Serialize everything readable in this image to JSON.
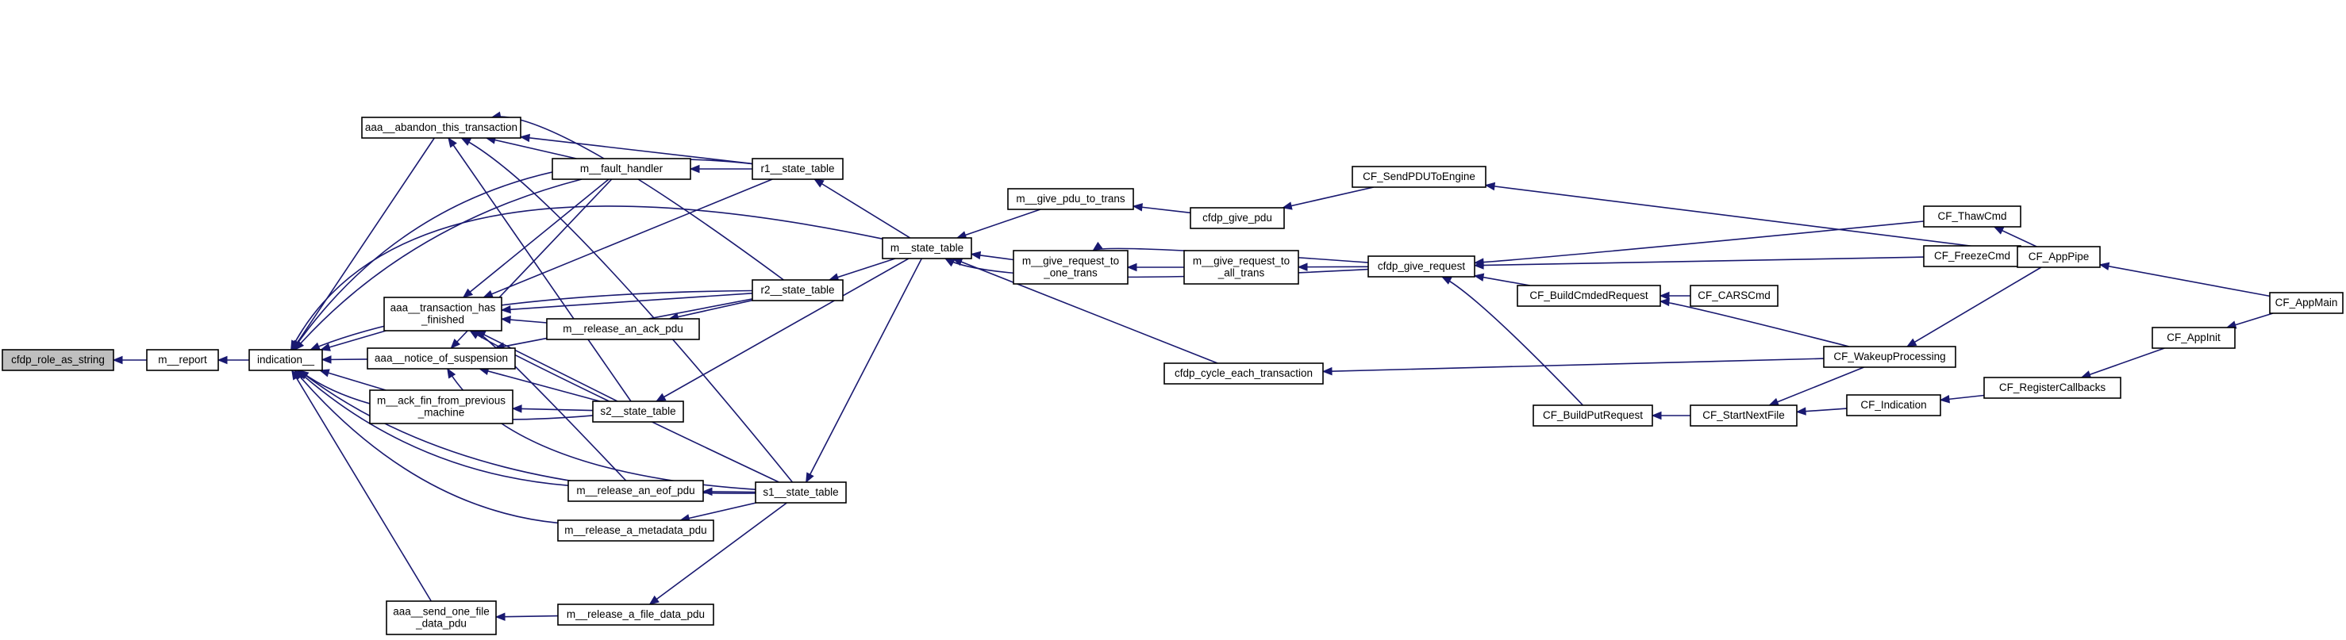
{
  "graph": {
    "nodes": [
      {
        "id": "cfdp_role_as_string",
        "lines": [
          "cfdp_role_as_string"
        ],
        "root": true
      },
      {
        "id": "m_report",
        "lines": [
          "m__report"
        ]
      },
      {
        "id": "indication",
        "lines": [
          "indication__"
        ]
      },
      {
        "id": "aaa_abandon",
        "lines": [
          "aaa__abandon_this_transaction"
        ]
      },
      {
        "id": "aaa_trans_finished",
        "lines": [
          "aaa__transaction_has",
          "_finished"
        ]
      },
      {
        "id": "aaa_notice",
        "lines": [
          "aaa__notice_of_suspension"
        ]
      },
      {
        "id": "m_ack_fin",
        "lines": [
          "m__ack_fin_from_previous",
          "_machine"
        ]
      },
      {
        "id": "aaa_send_one",
        "lines": [
          "aaa__send_one_file",
          "_data_pdu"
        ]
      },
      {
        "id": "m_fault_handler",
        "lines": [
          "m__fault_handler"
        ]
      },
      {
        "id": "m_release_ack",
        "lines": [
          "m__release_an_ack_pdu"
        ]
      },
      {
        "id": "m_release_eof",
        "lines": [
          "m__release_an_eof_pdu"
        ]
      },
      {
        "id": "m_release_metadata",
        "lines": [
          "m__release_a_metadata_pdu"
        ]
      },
      {
        "id": "m_release_file_data",
        "lines": [
          "m__release_a_file_data_pdu"
        ]
      },
      {
        "id": "r1_state_table",
        "lines": [
          "r1__state_table"
        ]
      },
      {
        "id": "r2_state_table",
        "lines": [
          "r2__state_table"
        ]
      },
      {
        "id": "s2_state_table",
        "lines": [
          "s2__state_table"
        ]
      },
      {
        "id": "s1_state_table",
        "lines": [
          "s1__state_table"
        ]
      },
      {
        "id": "m_state_table",
        "lines": [
          "m__state_table"
        ]
      },
      {
        "id": "m_give_pdu",
        "lines": [
          "m__give_pdu_to_trans"
        ]
      },
      {
        "id": "m_give_req_one",
        "lines": [
          "m__give_request_to",
          "_one_trans"
        ]
      },
      {
        "id": "cfdp_cycle",
        "lines": [
          "cfdp_cycle_each_transaction"
        ]
      },
      {
        "id": "cfdp_give_pdu",
        "lines": [
          "cfdp_give_pdu"
        ]
      },
      {
        "id": "m_give_req_all",
        "lines": [
          "m__give_request_to",
          "_all_trans"
        ]
      },
      {
        "id": "cf_sendpdu",
        "lines": [
          "CF_SendPDUToEngine"
        ]
      },
      {
        "id": "cfdp_give_request",
        "lines": [
          "cfdp_give_request"
        ]
      },
      {
        "id": "cf_thaw",
        "lines": [
          "CF_ThawCmd"
        ]
      },
      {
        "id": "cf_freeze",
        "lines": [
          "CF_FreezeCmd"
        ]
      },
      {
        "id": "cf_buildcmded",
        "lines": [
          "CF_BuildCmdedRequest"
        ]
      },
      {
        "id": "cf_cars",
        "lines": [
          "CF_CARSCmd"
        ]
      },
      {
        "id": "cf_wakeup",
        "lines": [
          "CF_WakeupProcessing"
        ]
      },
      {
        "id": "cf_buildput",
        "lines": [
          "CF_BuildPutRequest"
        ]
      },
      {
        "id": "cf_startnext",
        "lines": [
          "CF_StartNextFile"
        ]
      },
      {
        "id": "cf_indication",
        "lines": [
          "CF_Indication"
        ]
      },
      {
        "id": "cf_register",
        "lines": [
          "CF_RegisterCallbacks"
        ]
      },
      {
        "id": "cf_apppipe",
        "lines": [
          "CF_AppPipe"
        ]
      },
      {
        "id": "cf_appinit",
        "lines": [
          "CF_AppInit"
        ]
      },
      {
        "id": "cf_appmain",
        "lines": [
          "CF_AppMain"
        ]
      }
    ],
    "edges": [
      [
        "m_report",
        "cfdp_role_as_string"
      ],
      [
        "indication",
        "m_report"
      ],
      [
        "aaa_abandon",
        "indication"
      ],
      [
        "aaa_trans_finished",
        "indication"
      ],
      [
        "aaa_notice",
        "indication"
      ],
      [
        "m_ack_fin",
        "indication"
      ],
      [
        "aaa_send_one",
        "indication"
      ],
      [
        "m_fault_handler",
        "indication"
      ],
      [
        "m_release_eof",
        "indication"
      ],
      [
        "m_release_metadata",
        "indication"
      ],
      [
        "r1_state_table",
        "indication"
      ],
      [
        "r2_state_table",
        "indication"
      ],
      [
        "s2_state_table",
        "indication"
      ],
      [
        "s1_state_table",
        "indication"
      ],
      [
        "m_state_table",
        "indication"
      ],
      [
        "m_fault_handler",
        "aaa_abandon"
      ],
      [
        "r1_state_table",
        "aaa_abandon"
      ],
      [
        "r2_state_table",
        "aaa_abandon"
      ],
      [
        "s1_state_table",
        "aaa_abandon"
      ],
      [
        "s2_state_table",
        "aaa_abandon"
      ],
      [
        "m_fault_handler",
        "aaa_trans_finished"
      ],
      [
        "m_release_ack",
        "aaa_trans_finished"
      ],
      [
        "m_release_eof",
        "aaa_trans_finished"
      ],
      [
        "r1_state_table",
        "aaa_trans_finished"
      ],
      [
        "r2_state_table",
        "aaa_trans_finished"
      ],
      [
        "s2_state_table",
        "aaa_trans_finished"
      ],
      [
        "s1_state_table",
        "aaa_trans_finished"
      ],
      [
        "m_fault_handler",
        "aaa_notice"
      ],
      [
        "r2_state_table",
        "aaa_notice"
      ],
      [
        "s2_state_table",
        "aaa_notice"
      ],
      [
        "s1_state_table",
        "aaa_notice"
      ],
      [
        "s2_state_table",
        "m_ack_fin"
      ],
      [
        "m_release_file_data",
        "aaa_send_one"
      ],
      [
        "r1_state_table",
        "m_fault_handler"
      ],
      [
        "r2_state_table",
        "m_release_ack"
      ],
      [
        "s1_state_table",
        "m_release_eof"
      ],
      [
        "s1_state_table",
        "m_release_metadata"
      ],
      [
        "s1_state_table",
        "m_release_file_data"
      ],
      [
        "m_state_table",
        "r1_state_table"
      ],
      [
        "m_state_table",
        "r2_state_table"
      ],
      [
        "m_state_table",
        "s2_state_table"
      ],
      [
        "m_state_table",
        "s1_state_table"
      ],
      [
        "m_give_pdu",
        "m_state_table"
      ],
      [
        "m_give_req_one",
        "m_state_table"
      ],
      [
        "cfdp_cycle",
        "m_state_table"
      ],
      [
        "cfdp_give_request",
        "m_state_table"
      ],
      [
        "cfdp_give_pdu",
        "m_give_pdu"
      ],
      [
        "m_give_req_all",
        "m_give_req_one"
      ],
      [
        "cfdp_give_request",
        "m_give_req_one"
      ],
      [
        "cf_sendpdu",
        "cfdp_give_pdu"
      ],
      [
        "cfdp_give_request",
        "m_give_req_all"
      ],
      [
        "cf_wakeup",
        "cfdp_cycle"
      ],
      [
        "cf_apppipe",
        "cf_sendpdu"
      ],
      [
        "cf_thaw",
        "cfdp_give_request"
      ],
      [
        "cf_freeze",
        "cfdp_give_request"
      ],
      [
        "cf_buildcmded",
        "cfdp_give_request"
      ],
      [
        "cf_buildput",
        "cfdp_give_request"
      ],
      [
        "cf_apppipe",
        "cf_thaw"
      ],
      [
        "cf_apppipe",
        "cf_freeze"
      ],
      [
        "cf_cars",
        "cf_buildcmded"
      ],
      [
        "cf_wakeup",
        "cf_buildcmded"
      ],
      [
        "cf_startnext",
        "cf_buildput"
      ],
      [
        "cf_apppipe",
        "cf_wakeup"
      ],
      [
        "cf_wakeup",
        "cf_startnext"
      ],
      [
        "cf_indication",
        "cf_startnext"
      ],
      [
        "cf_register",
        "cf_indication"
      ],
      [
        "cf_appinit",
        "cf_register"
      ],
      [
        "cf_appmain",
        "cf_apppipe"
      ],
      [
        "cf_appmain",
        "cf_appinit"
      ]
    ]
  }
}
